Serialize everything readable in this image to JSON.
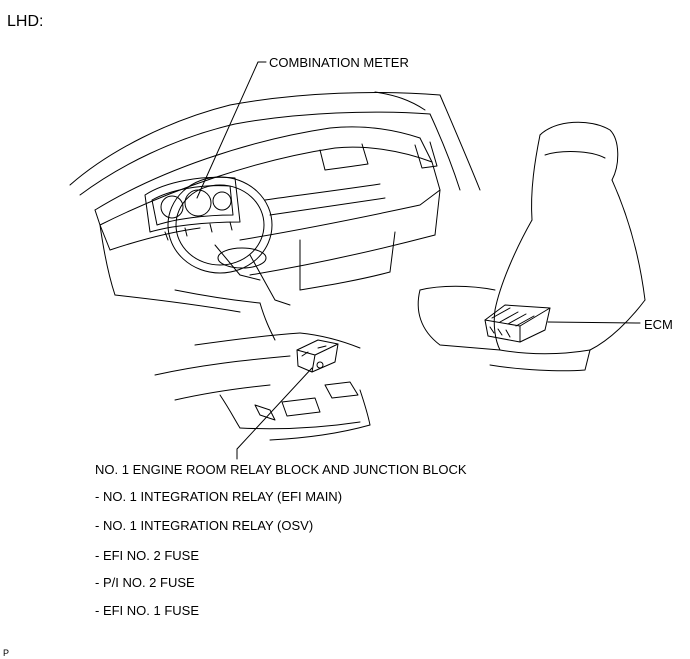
{
  "title": "LHD:",
  "labels": {
    "combination_meter": "COMBINATION METER",
    "ecm": "ECM",
    "relay_block": "NO. 1 ENGINE ROOM RELAY BLOCK AND JUNCTION BLOCK"
  },
  "components": [
    "- NO. 1 INTEGRATION RELAY (EFI MAIN)",
    "- NO. 1 INTEGRATION RELAY (OSV)",
    "- EFI NO. 2 FUSE",
    "- P/I NO. 2 FUSE",
    "- EFI NO. 1 FUSE"
  ],
  "footer_mark": "P"
}
